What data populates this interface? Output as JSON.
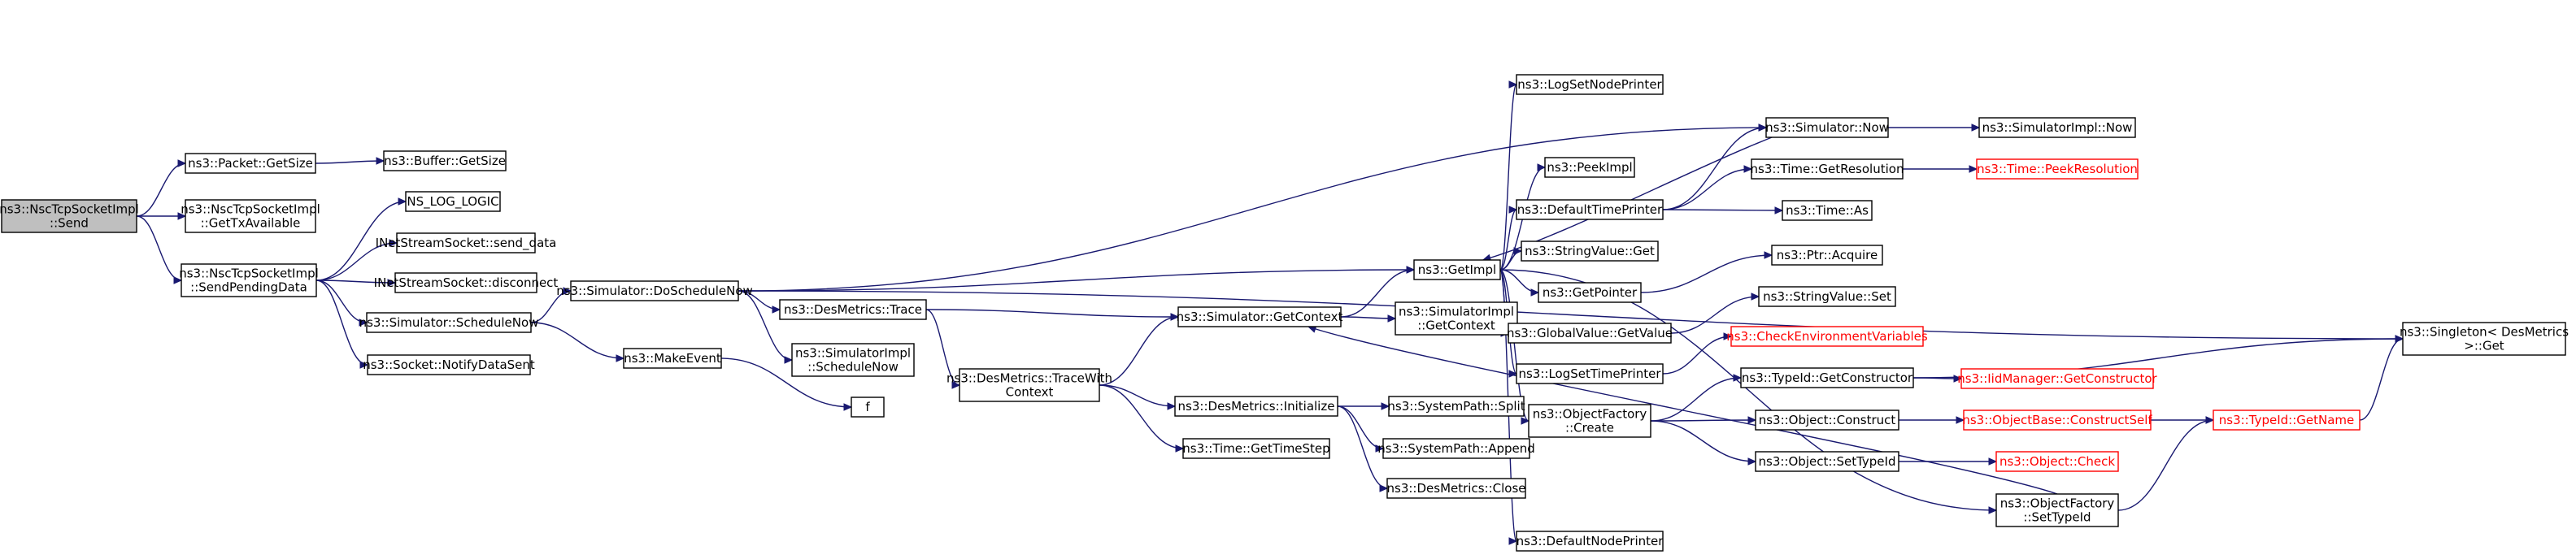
{
  "graph": {
    "title": "",
    "nodes": [
      {
        "id": "send",
        "lines": [
          "ns3::NscTcpSocketImpl",
          "::Send"
        ],
        "style": "root"
      },
      {
        "id": "pkt_getsize",
        "lines": [
          "ns3::Packet::GetSize"
        ],
        "style": "normal"
      },
      {
        "id": "buf_getsize",
        "lines": [
          "ns3::Buffer::GetSize"
        ],
        "style": "normal"
      },
      {
        "id": "gettxavail",
        "lines": [
          "ns3::NscTcpSocketImpl",
          "::GetTxAvailable"
        ],
        "style": "normal"
      },
      {
        "id": "sendpending",
        "lines": [
          "ns3::NscTcpSocketImpl",
          "::SendPendingData"
        ],
        "style": "normal"
      },
      {
        "id": "ns_log_logic",
        "lines": [
          "NS_LOG_LOGIC"
        ],
        "style": "normal"
      },
      {
        "id": "send_data",
        "lines": [
          "INetStreamSocket::send_data"
        ],
        "style": "normal"
      },
      {
        "id": "disconnect",
        "lines": [
          "INetStreamSocket::disconnect"
        ],
        "style": "normal"
      },
      {
        "id": "schedulenow",
        "lines": [
          "ns3::Simulator::ScheduleNow"
        ],
        "style": "normal"
      },
      {
        "id": "notifydatasent",
        "lines": [
          "ns3::Socket::NotifyDataSent"
        ],
        "style": "normal"
      },
      {
        "id": "doschedulenow",
        "lines": [
          "ns3::Simulator::DoScheduleNow"
        ],
        "style": "normal"
      },
      {
        "id": "makeevent",
        "lines": [
          "ns3::MakeEvent"
        ],
        "style": "normal"
      },
      {
        "id": "f",
        "lines": [
          "f"
        ],
        "style": "normal"
      },
      {
        "id": "desmetrics_trace",
        "lines": [
          "ns3::DesMetrics::Trace"
        ],
        "style": "normal"
      },
      {
        "id": "simimpl_schedulenow",
        "lines": [
          "ns3::SimulatorImpl",
          "::ScheduleNow"
        ],
        "style": "normal"
      },
      {
        "id": "tracewithcontext",
        "lines": [
          "ns3::DesMetrics::TraceWith",
          "Context"
        ],
        "style": "normal"
      },
      {
        "id": "sim_getcontext",
        "lines": [
          "ns3::Simulator::GetContext"
        ],
        "style": "normal"
      },
      {
        "id": "desmetrics_init",
        "lines": [
          "ns3::DesMetrics::Initialize"
        ],
        "style": "normal"
      },
      {
        "id": "time_gettimestep",
        "lines": [
          "ns3::Time::GetTimeStep"
        ],
        "style": "normal"
      },
      {
        "id": "systempath_split",
        "lines": [
          "ns3::SystemPath::Split"
        ],
        "style": "normal"
      },
      {
        "id": "systempath_append",
        "lines": [
          "ns3::SystemPath::Append"
        ],
        "style": "normal"
      },
      {
        "id": "desmetrics_close",
        "lines": [
          "ns3::DesMetrics::Close"
        ],
        "style": "normal"
      },
      {
        "id": "getimpl",
        "lines": [
          "ns3::GetImpl"
        ],
        "style": "normal"
      },
      {
        "id": "simimpl_getcontext",
        "lines": [
          "ns3::SimulatorImpl",
          "::GetContext"
        ],
        "style": "normal"
      },
      {
        "id": "logsetnodeprinter",
        "lines": [
          "ns3::LogSetNodePrinter"
        ],
        "style": "normal"
      },
      {
        "id": "peekimpl",
        "lines": [
          "ns3::PeekImpl"
        ],
        "style": "normal"
      },
      {
        "id": "defaulttimeprinter",
        "lines": [
          "ns3::DefaultTimePrinter"
        ],
        "style": "normal"
      },
      {
        "id": "stringvalue_get",
        "lines": [
          "ns3::StringValue::Get"
        ],
        "style": "normal"
      },
      {
        "id": "getpointer",
        "lines": [
          "ns3::GetPointer"
        ],
        "style": "normal"
      },
      {
        "id": "globalvalue_getvalue",
        "lines": [
          "ns3::GlobalValue::GetValue"
        ],
        "style": "normal"
      },
      {
        "id": "logsettimeprinter",
        "lines": [
          "ns3::LogSetTimePrinter"
        ],
        "style": "normal"
      },
      {
        "id": "objectfactory_create",
        "lines": [
          "ns3::ObjectFactory",
          "::Create"
        ],
        "style": "normal"
      },
      {
        "id": "defaultnodeprinter",
        "lines": [
          "ns3::DefaultNodePrinter"
        ],
        "style": "normal"
      },
      {
        "id": "sim_now",
        "lines": [
          "ns3::Simulator::Now"
        ],
        "style": "normal"
      },
      {
        "id": "simimpl_now",
        "lines": [
          "ns3::SimulatorImpl::Now"
        ],
        "style": "normal"
      },
      {
        "id": "time_getresolution",
        "lines": [
          "ns3::Time::GetResolution"
        ],
        "style": "normal"
      },
      {
        "id": "time_peekresolution",
        "lines": [
          "ns3::Time::PeekResolution"
        ],
        "style": "red"
      },
      {
        "id": "time_as",
        "lines": [
          "ns3::Time::As"
        ],
        "style": "normal"
      },
      {
        "id": "ptr_acquire",
        "lines": [
          "ns3::Ptr::Acquire"
        ],
        "style": "normal"
      },
      {
        "id": "stringvalue_set",
        "lines": [
          "ns3::StringValue::Set"
        ],
        "style": "normal"
      },
      {
        "id": "checkenvvars",
        "lines": [
          "ns3::CheckEnvironmentVariables"
        ],
        "style": "red"
      },
      {
        "id": "typeid_getconstructor",
        "lines": [
          "ns3::TypeId::GetConstructor"
        ],
        "style": "normal"
      },
      {
        "id": "iidmanager_getconstructor",
        "lines": [
          "ns3::IidManager::GetConstructor"
        ],
        "style": "red"
      },
      {
        "id": "object_construct",
        "lines": [
          "ns3::Object::Construct"
        ],
        "style": "normal"
      },
      {
        "id": "objectbase_constructself",
        "lines": [
          "ns3::ObjectBase::ConstructSelf"
        ],
        "style": "red"
      },
      {
        "id": "typeid_getname",
        "lines": [
          "ns3::TypeId::GetName"
        ],
        "style": "red"
      },
      {
        "id": "object_settypeid",
        "lines": [
          "ns3::Object::SetTypeId"
        ],
        "style": "normal"
      },
      {
        "id": "object_check",
        "lines": [
          "ns3::Object::Check"
        ],
        "style": "red"
      },
      {
        "id": "objectfactory_settypeid",
        "lines": [
          "ns3::ObjectFactory",
          "::SetTypeId"
        ],
        "style": "normal"
      },
      {
        "id": "singleton_get",
        "lines": [
          "ns3::Singleton< DesMetrics",
          " >::Get"
        ],
        "style": "normal"
      }
    ],
    "edges": [
      [
        "send",
        "pkt_getsize"
      ],
      [
        "send",
        "gettxavail"
      ],
      [
        "send",
        "sendpending"
      ],
      [
        "pkt_getsize",
        "buf_getsize"
      ],
      [
        "sendpending",
        "ns_log_logic"
      ],
      [
        "sendpending",
        "send_data"
      ],
      [
        "sendpending",
        "disconnect"
      ],
      [
        "sendpending",
        "schedulenow"
      ],
      [
        "sendpending",
        "notifydatasent"
      ],
      [
        "schedulenow",
        "doschedulenow"
      ],
      [
        "schedulenow",
        "makeevent"
      ],
      [
        "makeevent",
        "f"
      ],
      [
        "doschedulenow",
        "desmetrics_trace"
      ],
      [
        "doschedulenow",
        "simimpl_schedulenow"
      ],
      [
        "doschedulenow",
        "getimpl"
      ],
      [
        "doschedulenow",
        "sim_now"
      ],
      [
        "doschedulenow",
        "singleton_get"
      ],
      [
        "desmetrics_trace",
        "sim_getcontext"
      ],
      [
        "desmetrics_trace",
        "tracewithcontext"
      ],
      [
        "tracewithcontext",
        "sim_getcontext"
      ],
      [
        "tracewithcontext",
        "desmetrics_init"
      ],
      [
        "tracewithcontext",
        "time_gettimestep"
      ],
      [
        "desmetrics_init",
        "systempath_split"
      ],
      [
        "desmetrics_init",
        "systempath_append"
      ],
      [
        "desmetrics_init",
        "desmetrics_close"
      ],
      [
        "sim_getcontext",
        "getimpl"
      ],
      [
        "sim_getcontext",
        "simimpl_getcontext"
      ],
      [
        "getimpl",
        "logsetnodeprinter"
      ],
      [
        "getimpl",
        "peekimpl"
      ],
      [
        "getimpl",
        "defaulttimeprinter"
      ],
      [
        "getimpl",
        "stringvalue_get"
      ],
      [
        "getimpl",
        "getpointer"
      ],
      [
        "getimpl",
        "globalvalue_getvalue"
      ],
      [
        "getimpl",
        "logsettimeprinter"
      ],
      [
        "getimpl",
        "objectfactory_create"
      ],
      [
        "getimpl",
        "defaultnodeprinter"
      ],
      [
        "getimpl",
        "objectfactory_settypeid"
      ],
      [
        "defaulttimeprinter",
        "sim_now"
      ],
      [
        "defaulttimeprinter",
        "time_getresolution"
      ],
      [
        "defaulttimeprinter",
        "time_as"
      ],
      [
        "sim_now",
        "getimpl"
      ],
      [
        "sim_now",
        "simimpl_now"
      ],
      [
        "time_getresolution",
        "time_peekresolution"
      ],
      [
        "getpointer",
        "ptr_acquire"
      ],
      [
        "globalvalue_getvalue",
        "stringvalue_set"
      ],
      [
        "logsettimeprinter",
        "checkenvvars"
      ],
      [
        "objectfactory_create",
        "typeid_getconstructor"
      ],
      [
        "objectfactory_create",
        "object_construct"
      ],
      [
        "objectfactory_create",
        "object_settypeid"
      ],
      [
        "typeid_getconstructor",
        "iidmanager_getconstructor"
      ],
      [
        "typeid_getconstructor",
        "singleton_get"
      ],
      [
        "object_construct",
        "objectbase_constructself"
      ],
      [
        "objectbase_constructself",
        "typeid_getname"
      ],
      [
        "object_settypeid",
        "object_check"
      ],
      [
        "typeid_getname",
        "singleton_get"
      ],
      [
        "objectfactory_settypeid",
        "typeid_getname"
      ],
      [
        "objectfactory_settypeid",
        "sim_getcontext"
      ]
    ]
  }
}
